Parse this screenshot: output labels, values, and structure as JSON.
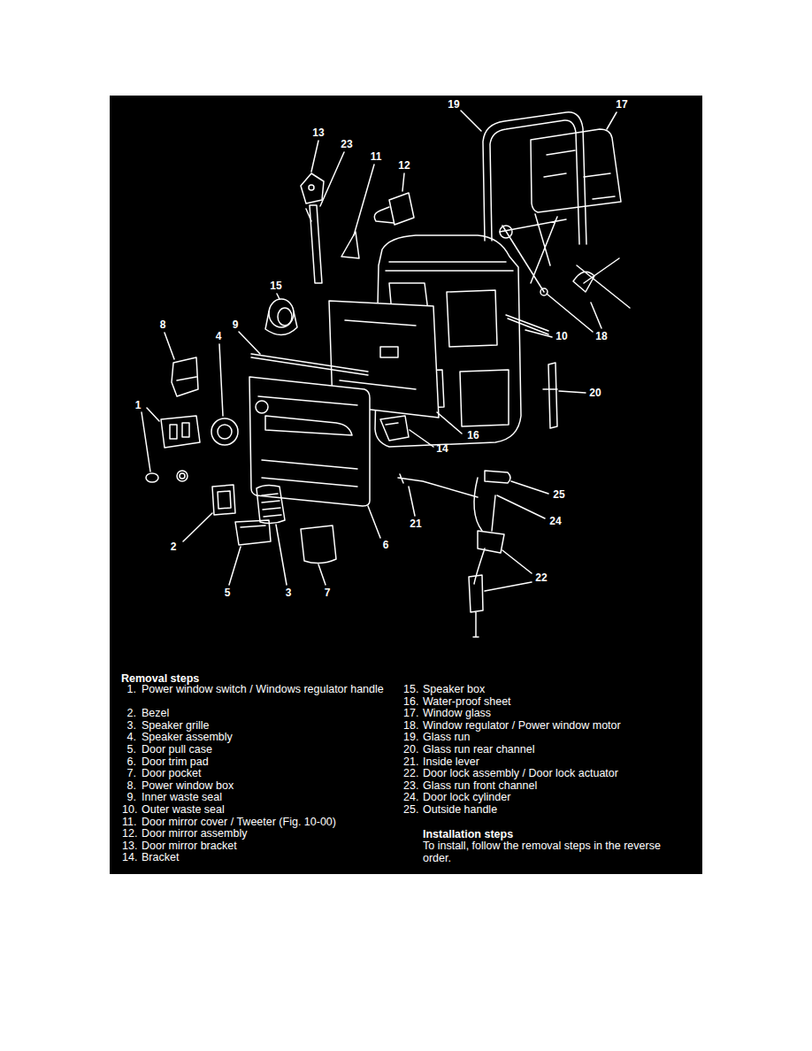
{
  "diagram": {
    "labels": [
      "19",
      "17",
      "13",
      "23",
      "11",
      "12",
      "15",
      "8",
      "9",
      "4",
      "10",
      "18",
      "20",
      "16",
      "1",
      "14",
      "25",
      "24",
      "21",
      "2",
      "6",
      "22",
      "5",
      "3",
      "7",
      "Removal steps",
      "1.",
      "Power window switch / Windows regulator handle",
      "2.",
      "Bezel",
      "3.",
      "Speaker grille",
      "4.",
      "Speaker assembly",
      "5.",
      "Door pull case",
      "6.",
      "Door trim pad",
      "7.",
      "Door pocket",
      "8.",
      "Power window box",
      "9.",
      "Inner waste seal",
      "10.",
      "Outer waste seal",
      "11.",
      "Door mirror cover / Tweeter (Fig. 10-00)",
      "12.",
      "Door mirror assembly",
      "13.",
      "Door mirror bracket",
      "14.",
      "Bracket",
      "15.",
      "Speaker box",
      "16.",
      "Water-proof sheet",
      "17.",
      "Window glass",
      "18.",
      "Window regulator / Power window motor",
      "19.",
      "Glass run",
      "20.",
      "Glass run rear channel",
      "21.",
      "Inside lever",
      "22.",
      "Door lock assembly / Door lock actuator",
      "23.",
      "Glass run front channel",
      "24.",
      "Door lock cylinder",
      "25.",
      "Outside handle",
      "Installation steps",
      "To install, follow the removal steps in the reverse order."
    ]
  }
}
